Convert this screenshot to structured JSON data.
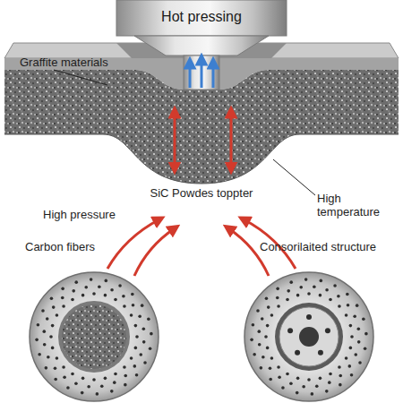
{
  "diagram": {
    "title": "Hot pressing",
    "labels": [
      "Graffite materials",
      "SiC Powdes toppter",
      "High temperature",
      "High pressure",
      "Carbon fibers",
      "Consorilaited structure"
    ]
  }
}
